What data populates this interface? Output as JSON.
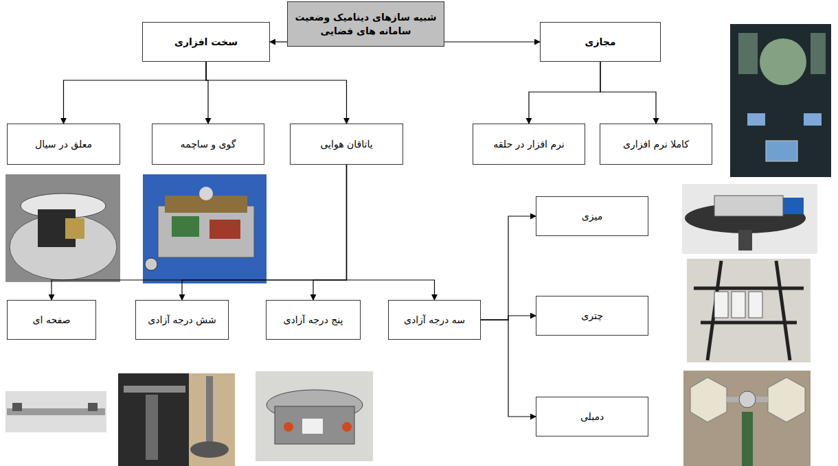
{
  "diagram": {
    "nodes": [
      {
        "text": [
          "شبیه سازهای دینامیک وضعیت سامانه های فضایی"
        ]
      },
      {
        "text": [
          "سخت افزاری"
        ]
      },
      {
        "text": [
          "مجازی"
        ]
      },
      {
        "text": [
          "معلق در سیال"
        ]
      },
      {
        "text": [
          "گوی و ساچمه"
        ]
      },
      {
        "text": [
          "یاتاقان هوایی"
        ]
      },
      {
        "text": [
          "نرم افزار در حلقه"
        ]
      },
      {
        "text": [
          "کاملا نرم افزاری"
        ]
      },
      {
        "text": [
          "میزی"
        ]
      },
      {
        "text": [
          "چتری"
        ]
      },
      {
        "text": [
          "دمبلی"
        ]
      },
      {
        "text": [
          "صفحه ای"
        ]
      },
      {
        "text": [
          "شش درجه آزادی"
        ]
      },
      {
        "text": [
          "پنج درجه آزادی"
        ]
      },
      {
        "text": [
          "سه درجه آزادی"
        ]
      }
    ],
    "edges": [
      {
        "from": 0,
        "to": 1,
        "arrow": "to"
      },
      {
        "from": 0,
        "to": 2,
        "arrow": "to"
      },
      {
        "from": 1,
        "to": 3,
        "arrow": "to"
      },
      {
        "from": 1,
        "to": 4,
        "arrow": "to"
      },
      {
        "from": 1,
        "to": 5,
        "arrow": "to"
      },
      {
        "from": 2,
        "to": 6,
        "arrow": "to"
      },
      {
        "from": 2,
        "to": 7,
        "arrow": "to"
      },
      {
        "from": 5,
        "to": 14,
        "arrow": "to"
      },
      {
        "from": 5,
        "to": 13,
        "arrow": "to"
      },
      {
        "from": 5,
        "to": 12,
        "arrow": "to"
      },
      {
        "from": 5,
        "to": 11,
        "arrow": "to"
      },
      {
        "from": 14,
        "to": 8,
        "arrow": "to"
      },
      {
        "from": 14,
        "to": 9,
        "arrow": "to"
      },
      {
        "from": 14,
        "to": 10,
        "arrow": "to"
      }
    ]
  }
}
